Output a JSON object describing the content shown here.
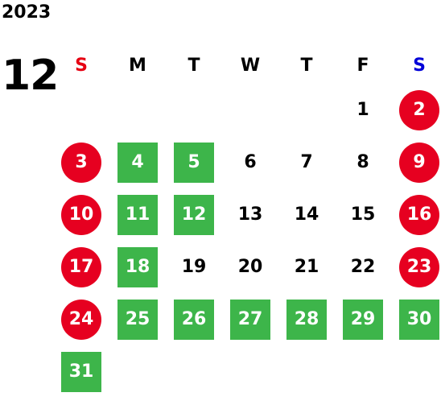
{
  "year": "2023",
  "month": "12",
  "weekdays": [
    "S",
    "M",
    "T",
    "W",
    "T",
    "F",
    "S"
  ],
  "colors": {
    "holiday": "#e60020",
    "green": "#3db54a",
    "sunday_header": "#e60012",
    "saturday_header": "#0000d8"
  },
  "weeks": [
    [
      {
        "day": "",
        "type": "empty"
      },
      {
        "day": "",
        "type": "empty"
      },
      {
        "day": "",
        "type": "empty"
      },
      {
        "day": "",
        "type": "empty"
      },
      {
        "day": "",
        "type": "empty"
      },
      {
        "day": "1",
        "type": "plain"
      },
      {
        "day": "2",
        "type": "holiday"
      }
    ],
    [
      {
        "day": "3",
        "type": "holiday"
      },
      {
        "day": "4",
        "type": "green"
      },
      {
        "day": "5",
        "type": "green"
      },
      {
        "day": "6",
        "type": "plain"
      },
      {
        "day": "7",
        "type": "plain"
      },
      {
        "day": "8",
        "type": "plain"
      },
      {
        "day": "9",
        "type": "holiday"
      }
    ],
    [
      {
        "day": "10",
        "type": "holiday"
      },
      {
        "day": "11",
        "type": "green"
      },
      {
        "day": "12",
        "type": "green"
      },
      {
        "day": "13",
        "type": "plain"
      },
      {
        "day": "14",
        "type": "plain"
      },
      {
        "day": "15",
        "type": "plain"
      },
      {
        "day": "16",
        "type": "holiday"
      }
    ],
    [
      {
        "day": "17",
        "type": "holiday"
      },
      {
        "day": "18",
        "type": "green"
      },
      {
        "day": "19",
        "type": "plain"
      },
      {
        "day": "20",
        "type": "plain"
      },
      {
        "day": "21",
        "type": "plain"
      },
      {
        "day": "22",
        "type": "plain"
      },
      {
        "day": "23",
        "type": "holiday"
      }
    ],
    [
      {
        "day": "24",
        "type": "holiday"
      },
      {
        "day": "25",
        "type": "green"
      },
      {
        "day": "26",
        "type": "green"
      },
      {
        "day": "27",
        "type": "green"
      },
      {
        "day": "28",
        "type": "green"
      },
      {
        "day": "29",
        "type": "green"
      },
      {
        "day": "30",
        "type": "green"
      }
    ],
    [
      {
        "day": "31",
        "type": "green"
      },
      {
        "day": "",
        "type": "empty"
      },
      {
        "day": "",
        "type": "empty"
      },
      {
        "day": "",
        "type": "empty"
      },
      {
        "day": "",
        "type": "empty"
      },
      {
        "day": "",
        "type": "empty"
      },
      {
        "day": "",
        "type": "empty"
      }
    ]
  ]
}
